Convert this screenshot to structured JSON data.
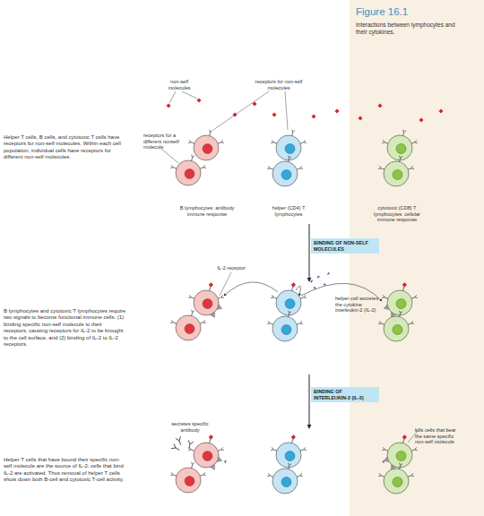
{
  "diagram": {
    "title": "Figure 16.1",
    "caption": "Interactions between lymphocytes and their cytokines.",
    "nodes": [
      {
        "text": [
          "BINDING OF NON-SELF MOLECULES"
        ]
      },
      {
        "text": [
          "BINDING OF INTERLEUKIN-2 (IL-2)"
        ]
      }
    ],
    "labels": [
      "non-self molecules",
      "receptors for non-self molecules",
      "Helper T cells, B cells, and cytotoxic T cells have receptors for non-self molecules. Within each cell population, individual cells have receptors for different non-self molecules.",
      "receptors for a different nonself molecule",
      "B lymphocytes: antibody immune response",
      "helper (CD4) T lymphocytes",
      "cytotoxic (CD8) T lymphocytes: cellular immune response",
      "IL-2 receptor",
      "B lymphocytes and cytotoxic T lymphocytes require two signals to become functional immune cells: (1) binding specific non-self molecule to their receptors, causing receptors for IL-2 to be brought to the cell surface, and (2) binding of IL-2 to IL-2 receptors.",
      "helper cell secretes the cytokine interleukin-2 (IL-2)",
      "secretes specific antibody",
      "kills cells that bear the same specific non-self molecule",
      "Helper T cells that have bound their specific non-self molecule are the source of IL-2; cells that bind IL-2 are activated. Thus removal of helper T cells shuts down both B-cell and cytotoxic T-cell activity."
    ]
  }
}
